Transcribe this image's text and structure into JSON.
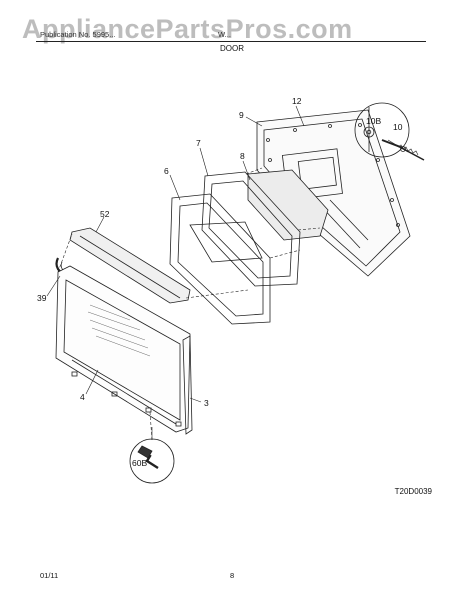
{
  "watermark": "AppliancePartsPros.com",
  "header": {
    "left": "Publication No. 5995...",
    "right": "W...",
    "title": "DOOR"
  },
  "part_labels": {
    "p12": "12",
    "p9": "9",
    "p10b": "10B",
    "p10": "10",
    "p7": "7",
    "p8": "8",
    "p6": "6",
    "p52": "52",
    "p39": "39",
    "p4": "4",
    "p3": "3",
    "p60b": "60B"
  },
  "drawing_code": "T20D0039",
  "footer": {
    "date": "01/11",
    "page": "8"
  }
}
